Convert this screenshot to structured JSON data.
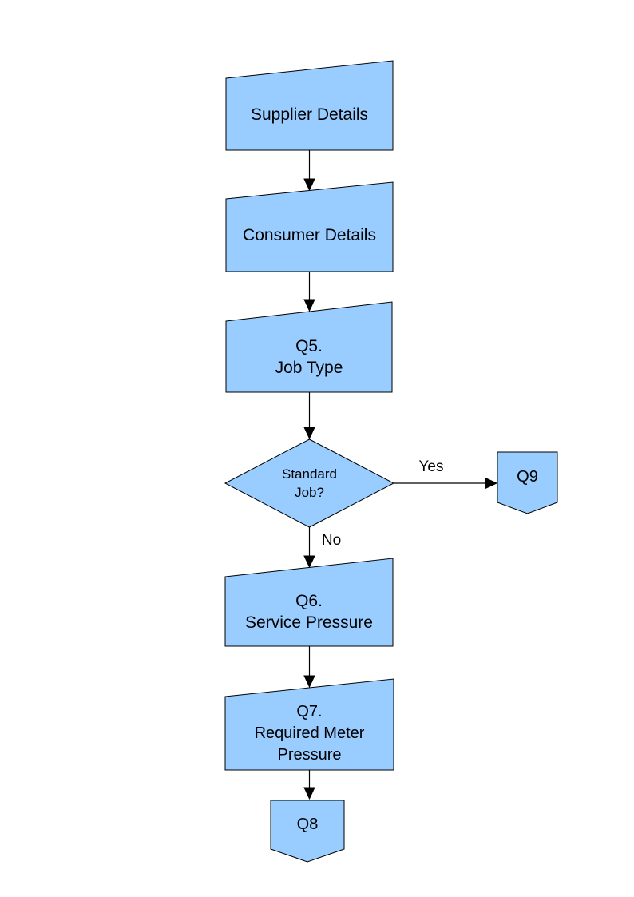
{
  "diagram": {
    "background": "#ffffff",
    "node_fill": "#99ccff",
    "node_border": "#000000",
    "edge_color": "#000000",
    "nodes": [
      {
        "id": "supplier-details",
        "type": "manual-input",
        "label": "Supplier Details"
      },
      {
        "id": "consumer-details",
        "type": "manual-input",
        "label": "Consumer Details"
      },
      {
        "id": "q5-job-type",
        "type": "manual-input",
        "label": "Q5.\nJob Type"
      },
      {
        "id": "standard-job-decision",
        "type": "decision",
        "label": "Standard\nJob?"
      },
      {
        "id": "q9-connector",
        "type": "off-page-connector",
        "label": "Q9"
      },
      {
        "id": "q6-service-pressure",
        "type": "manual-input",
        "label": "Q6.\nService Pressure"
      },
      {
        "id": "q7-required-meter-pressure",
        "type": "manual-input",
        "label": "Q7.\nRequired Meter\nPressure"
      },
      {
        "id": "q8-connector",
        "type": "off-page-connector",
        "label": "Q8"
      }
    ],
    "edges": [
      {
        "from": "supplier-details",
        "to": "consumer-details",
        "label": ""
      },
      {
        "from": "consumer-details",
        "to": "q5-job-type",
        "label": ""
      },
      {
        "from": "q5-job-type",
        "to": "standard-job-decision",
        "label": ""
      },
      {
        "from": "standard-job-decision",
        "to": "q9-connector",
        "label": "Yes"
      },
      {
        "from": "standard-job-decision",
        "to": "q6-service-pressure",
        "label": "No"
      },
      {
        "from": "q6-service-pressure",
        "to": "q7-required-meter-pressure",
        "label": ""
      },
      {
        "from": "q7-required-meter-pressure",
        "to": "q8-connector",
        "label": ""
      }
    ]
  }
}
